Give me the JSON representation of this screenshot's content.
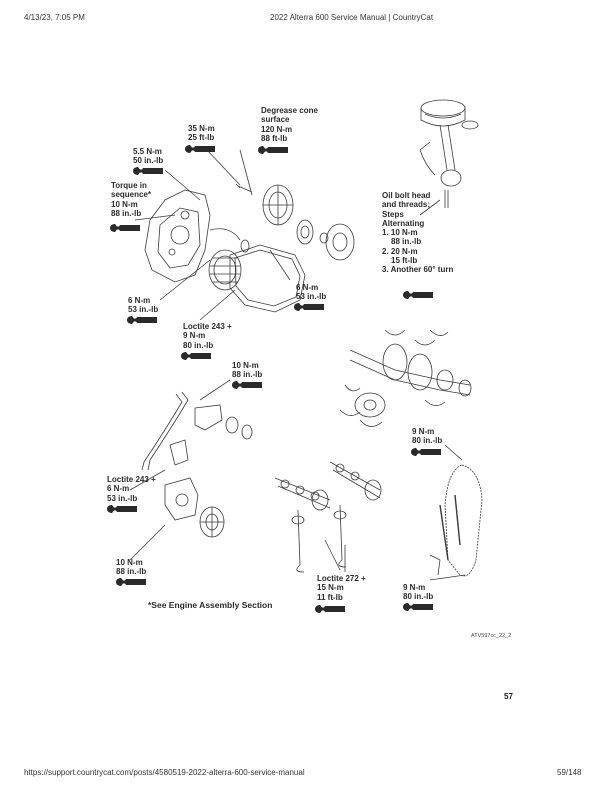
{
  "header": {
    "datetime": "4/13/23, 7:05 PM",
    "title": "2022 Alterra 600 Service Manual | CountryCat"
  },
  "labels": {
    "degrease": [
      "Degrease cone",
      "surface",
      "120 N-m",
      "88 ft-lb"
    ],
    "nm35": [
      "35 N-m",
      "25 ft-lb"
    ],
    "nm55": [
      "5.5 N-m",
      "50 in.-lb"
    ],
    "torque_seq": [
      "Torque in",
      "sequence*",
      "10 N-m",
      "88 in.-lb"
    ],
    "oil_bolt": [
      "Oil bolt head",
      "and threads;",
      "Steps",
      "Alternating",
      "1. 10 N-m",
      "88 in.-lb",
      "2. 20 N-m",
      "15 ft-lb",
      "3. Another 60° turn"
    ],
    "nm6_right": [
      "6 N-m",
      "53 in.-lb"
    ],
    "nm6_left": [
      "6 N-m",
      "53 in.-lb"
    ],
    "loctite243_a": [
      "Loctite 243 +",
      "9 N-m",
      "80 in.-lb"
    ],
    "nm10_mid": [
      "10 N-m",
      "88 in.-lb"
    ],
    "nm9_upper": [
      "9 N-m",
      "80 in.-lb"
    ],
    "loctite243_b": [
      "Loctite 243 +",
      "6 N-m",
      "53 in.-lb"
    ],
    "nm10_bottom": [
      "10 N-m",
      "88 in.-lb"
    ],
    "loctite272": [
      "Loctite 272 +",
      "15 N-m",
      "11 ft-lb"
    ],
    "nm9_lower": [
      "9 N-m",
      "80 in.-lb"
    ]
  },
  "note": "*See Engine Assembly Section",
  "figure_code": "ATV597cc_22_2",
  "page_number": "57",
  "footer": {
    "url": "https://support.countrycat.com/posts/4580519-2022-alterra-600-service-manual",
    "page_count": "59/148"
  }
}
